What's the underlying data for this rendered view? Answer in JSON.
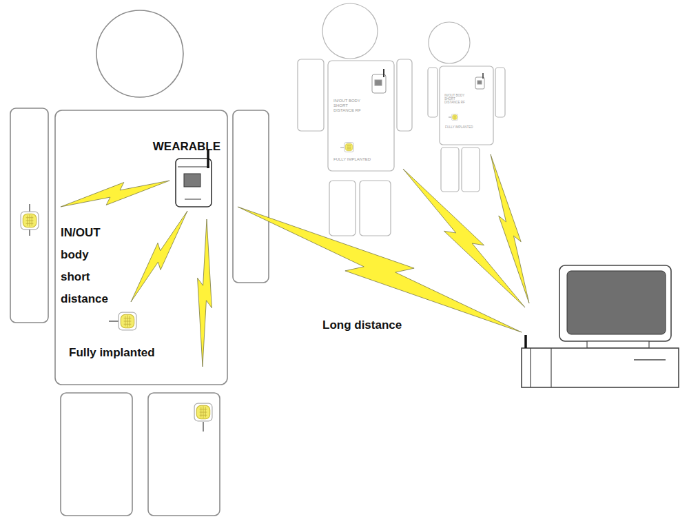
{
  "diagram": {
    "nodes": [
      {
        "text": [
          "WEARABLE"
        ]
      },
      {
        "text": [
          "Fully implanted"
        ]
      }
    ],
    "edges": [
      {
        "from": 1,
        "to": 0,
        "arrow": "none"
      }
    ],
    "labels": [
      "IN/OUT body short distance",
      "Long distance",
      "IN/OUT BODY SHORT DISTANCE RF",
      "FULLY IMPLANTED",
      "IN/OUT BODY SHORT DISTANCE RF",
      "FULLY IMPLANTED"
    ]
  }
}
